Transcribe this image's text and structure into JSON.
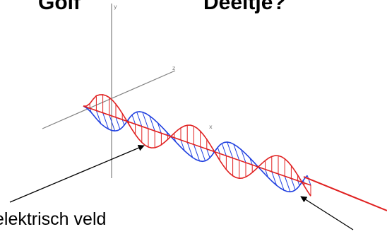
{
  "labels": {
    "top_left": "Golf",
    "top_right": "Deeltje?",
    "bottom_left": "elektrisch veld"
  },
  "axes": {
    "y": "y",
    "z": "z",
    "x": "x"
  },
  "colors": {
    "electric_field": "#e02020",
    "magnetic_field": "#2040e0",
    "axis": "#808080",
    "arrow": "#000000"
  },
  "icons": [
    "pointer-arrow-left",
    "pointer-arrow-right"
  ]
}
